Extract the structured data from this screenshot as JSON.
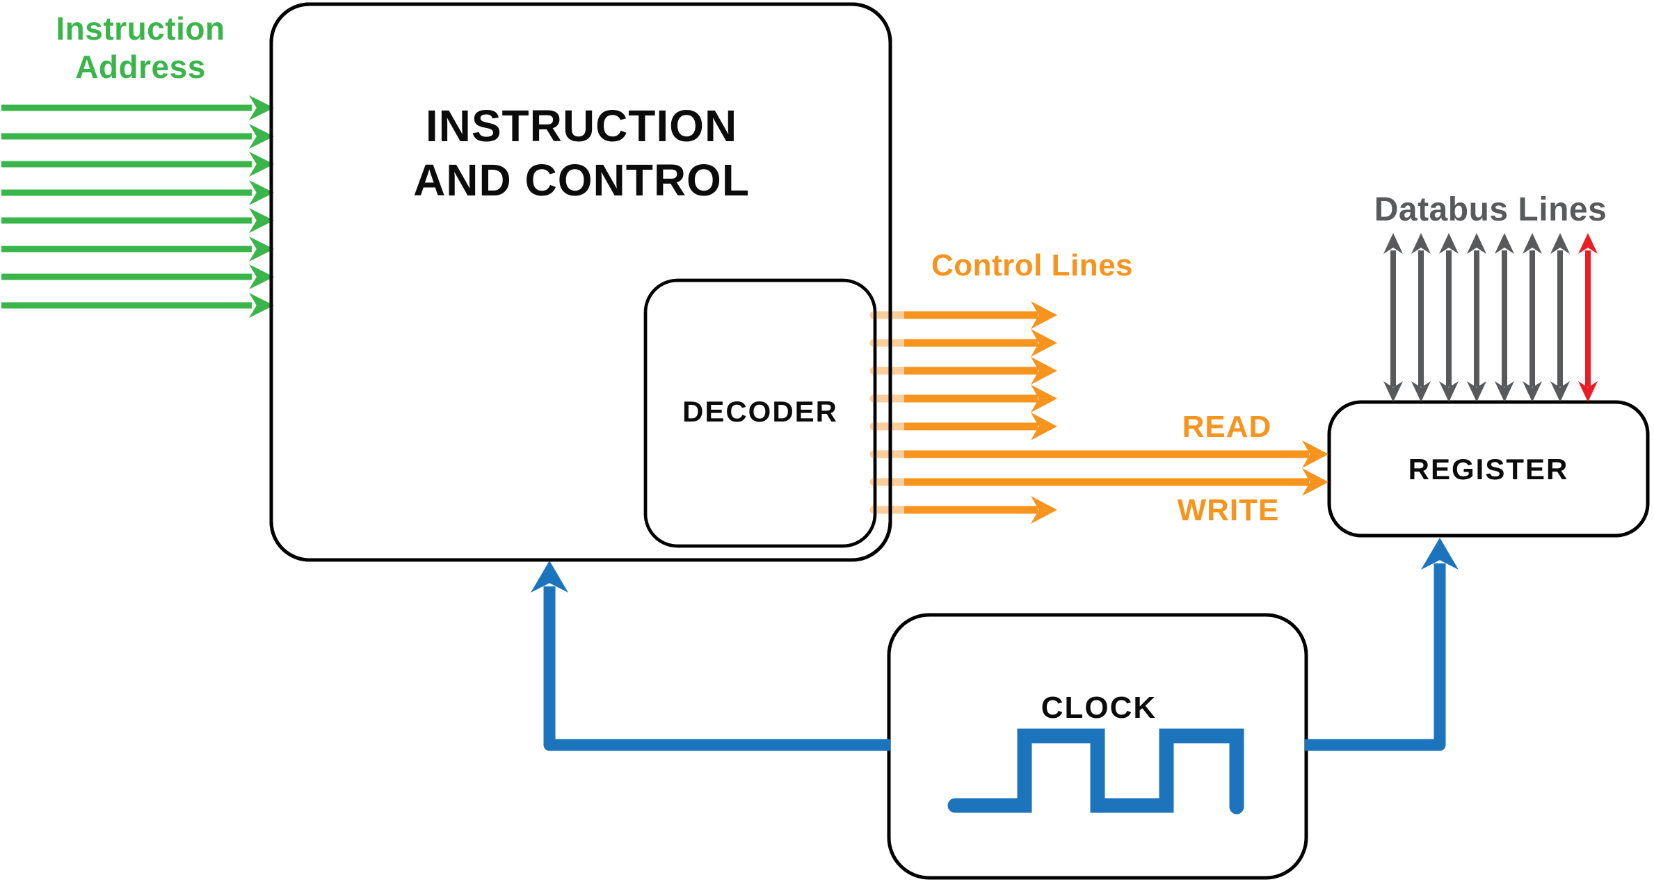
{
  "diagram_title": "Instruction and Control block diagram",
  "title_block": {
    "line1": "INSTRUCTION",
    "line2": "AND CONTROL"
  },
  "boxes": {
    "decoder_label": "DECODER",
    "register_label": "REGISTER",
    "clock_label": "CLOCK"
  },
  "labels": {
    "instruction_address_line1": "Instruction",
    "instruction_address_line2": "Address",
    "control_lines": "Control Lines",
    "read": "READ",
    "write": "WRITE",
    "databus_lines": "Databus Lines"
  },
  "buses": {
    "instruction_address_line_count": 8,
    "control_line_count": 8,
    "control_long_lines": [
      "READ",
      "WRITE"
    ],
    "databus_line_count": 8,
    "databus_red_line_position": "rightmost",
    "clock_outputs": 2
  },
  "colors": {
    "green": "#39B54A",
    "orange": "#F7941E",
    "orange_light": "#FBCD9B",
    "blue": "#1C75BC",
    "gray": "#58595B",
    "red": "#EC1C24",
    "black": "#000000",
    "background": "#FFFFFF"
  }
}
